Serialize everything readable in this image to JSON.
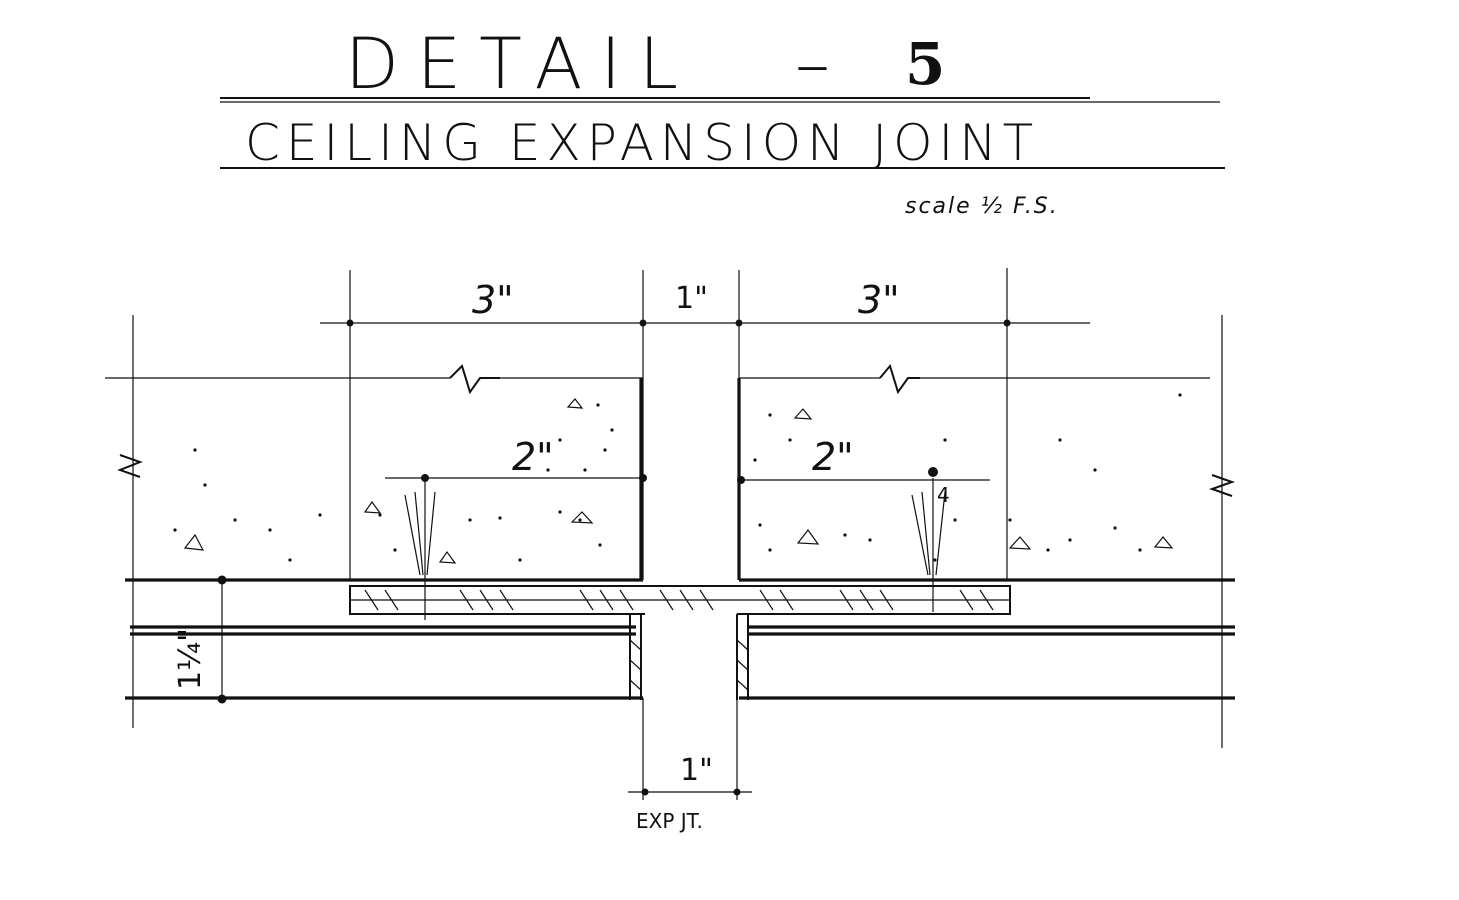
{
  "title": {
    "detail": "DETAIL",
    "dash": "–",
    "number": "5"
  },
  "subtitle": "CEILING EXPANSION JOINT",
  "scale_note": "scale ½ F.S.",
  "dimensions": {
    "left_width": "3\"",
    "joint_width_top": "1\"",
    "right_width": "3\"",
    "left_inner": "2\"",
    "right_inner": "2\"",
    "thickness": "1¼\"",
    "joint_width_bottom": "1\"",
    "right_tick_label": "4"
  },
  "joint_label": "EXP JT.",
  "colors": {
    "ink": "#111111",
    "paper": "#ffffff"
  }
}
